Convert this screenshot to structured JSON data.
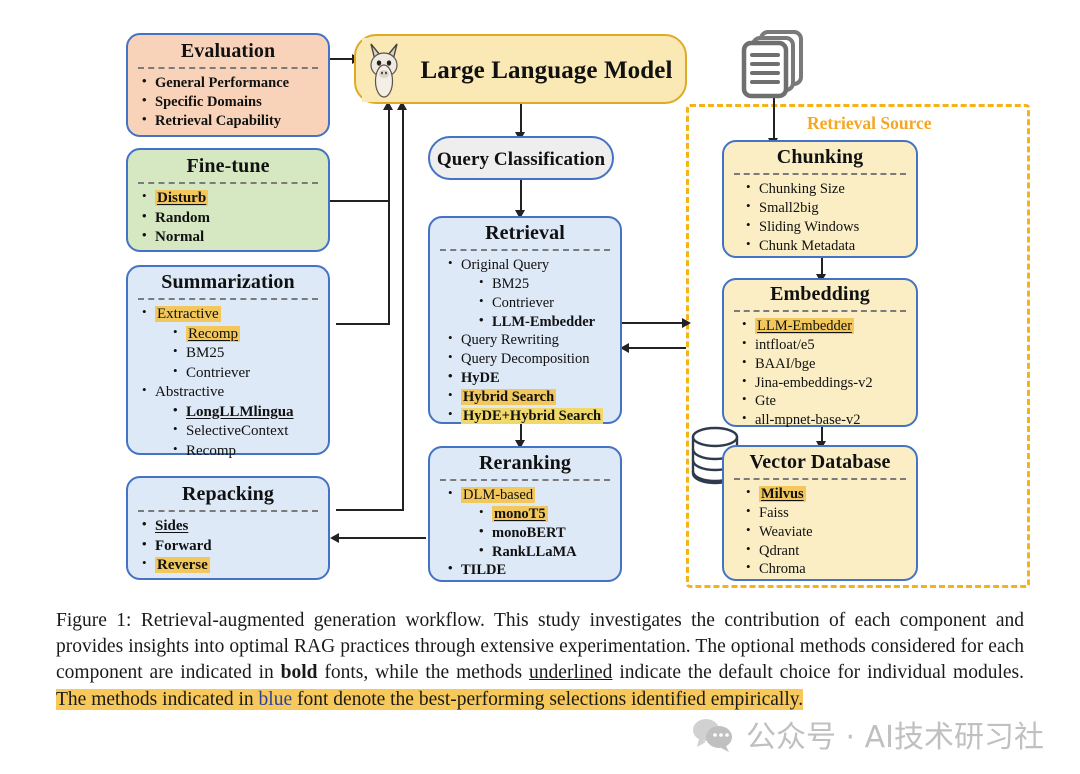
{
  "figure": {
    "label": "Figure 1:",
    "caption_parts": [
      {
        "text": "Figure 1:   Retrieval-augmented generation workflow. This study investigates the contribution of each component and provides insights into optimal RAG practices through extensive experimentation. The optional methods considered for each component are indicated in ",
        "style": "plain"
      },
      {
        "text": "bold",
        "style": "bold"
      },
      {
        "text": " fonts, while the methods ",
        "style": "plain"
      },
      {
        "text": "underlined",
        "style": "underline"
      },
      {
        "text": " indicate the default choice for individual modules. ",
        "style": "plain"
      },
      {
        "text": "The methods indicated in ",
        "style": "highlight"
      },
      {
        "text": "blue",
        "style": "highlight-blue"
      },
      {
        "text": " font denote the best-performing selections identified empirically.",
        "style": "highlight"
      }
    ]
  },
  "region": {
    "label": "Retrieval Source",
    "label_color": "#f5a623",
    "border_color": "#f5b318"
  },
  "llm": {
    "title": "Large Language Model",
    "icon": "llama-icon",
    "fill": "#fae9b4"
  },
  "query_classification": {
    "title": "Query Classification",
    "fill": "#eeeeee"
  },
  "nodes": [
    {
      "key": "evaluation",
      "title": "Evaluation",
      "fill": "#f8d3ba",
      "items": [
        {
          "text": "General Performance",
          "bold": true,
          "level": 0
        },
        {
          "text": "Specific Domains",
          "bold": true,
          "level": 0
        },
        {
          "text": "Retrieval Capability",
          "bold": true,
          "level": 0
        }
      ]
    },
    {
      "key": "fine-tune",
      "title": "Fine-tune",
      "fill": "#d6e8c2",
      "items": [
        {
          "text": "Disturb",
          "bold": true,
          "underline": true,
          "highlight": "gold",
          "level": 0
        },
        {
          "text": "Random",
          "bold": true,
          "level": 0
        },
        {
          "text": "Normal",
          "bold": true,
          "level": 0
        }
      ]
    },
    {
      "key": "summarization",
      "title": "Summarization",
      "fill": "#dde9f7",
      "items": [
        {
          "text": "Extractive",
          "level": 0,
          "highlight": "gold"
        },
        {
          "text": "Recomp",
          "level": 1,
          "underline": true,
          "highlight": "gold"
        },
        {
          "text": "BM25",
          "level": 1
        },
        {
          "text": "Contriever",
          "level": 1
        },
        {
          "text": "Abstractive",
          "level": 0
        },
        {
          "text": "LongLLMlingua",
          "level": 1,
          "bold": true,
          "underline": true
        },
        {
          "text": "SelectiveContext",
          "level": 1
        },
        {
          "text": "Recomp",
          "level": 1
        }
      ]
    },
    {
      "key": "repacking",
      "title": "Repacking",
      "fill": "#dde9f7",
      "items": [
        {
          "text": "Sides",
          "bold": true,
          "underline": true,
          "level": 0
        },
        {
          "text": "Forward",
          "bold": true,
          "level": 0
        },
        {
          "text": "Reverse",
          "bold": true,
          "highlight": "gold",
          "level": 0
        }
      ]
    },
    {
      "key": "retrieval",
      "title": "Retrieval",
      "fill": "#dde9f7",
      "items": [
        {
          "text": "Original Query",
          "level": 0
        },
        {
          "text": "BM25",
          "level": 1
        },
        {
          "text": "Contriever",
          "level": 1
        },
        {
          "text": "LLM-Embedder",
          "level": 1,
          "bold": true
        },
        {
          "text": "Query Rewriting",
          "level": 0
        },
        {
          "text": "Query Decomposition",
          "level": 0
        },
        {
          "text": "HyDE",
          "level": 0,
          "bold": true
        },
        {
          "text": "Hybrid Search",
          "level": 0,
          "bold": true,
          "highlight": "gold"
        },
        {
          "text": "HyDE+Hybrid Search",
          "level": 0,
          "bold": true,
          "highlight": "lemon"
        }
      ]
    },
    {
      "key": "reranking",
      "title": "Reranking",
      "fill": "#dde9f7",
      "items": [
        {
          "text": "DLM-based",
          "level": 0,
          "highlight": "gold"
        },
        {
          "text": "monoT5",
          "level": 1,
          "bold": true,
          "underline": true,
          "highlight": "gold"
        },
        {
          "text": "monoBERT",
          "level": 1,
          "bold": true
        },
        {
          "text": "RankLLaMA",
          "level": 1,
          "bold": true
        },
        {
          "text": "TILDE",
          "level": 0,
          "bold": true
        }
      ]
    },
    {
      "key": "chunking",
      "title": "Chunking",
      "fill": "#fbeec4",
      "items": [
        {
          "text": "Chunking Size",
          "level": 0
        },
        {
          "text": "Small2big",
          "level": 0
        },
        {
          "text": "Sliding Windows",
          "level": 0
        },
        {
          "text": "Chunk Metadata",
          "level": 0
        }
      ]
    },
    {
      "key": "embedding",
      "title": "Embedding",
      "fill": "#fbeec4",
      "items": [
        {
          "text": "LLM-Embedder",
          "level": 0,
          "underline": true,
          "highlight": "gold"
        },
        {
          "text": "intfloat/e5",
          "level": 0
        },
        {
          "text": "BAAI/bge",
          "level": 0
        },
        {
          "text": "Jina-embeddings-v2",
          "level": 0
        },
        {
          "text": "Gte",
          "level": 0
        },
        {
          "text": "all-mpnet-base-v2",
          "level": 0
        }
      ]
    },
    {
      "key": "vector-database",
      "title": "Vector Database",
      "fill": "#fbeec4",
      "items": [
        {
          "text": "Milvus",
          "level": 0,
          "bold": true,
          "underline": true,
          "highlight": "gold"
        },
        {
          "text": "Faiss",
          "level": 0
        },
        {
          "text": "Weaviate",
          "level": 0
        },
        {
          "text": "Qdrant",
          "level": 0
        },
        {
          "text": "Chroma",
          "level": 0
        }
      ]
    }
  ],
  "icons": {
    "documents": "document-stack-icon",
    "database": "database-cylinder-icon",
    "llama": "llama-icon",
    "wechat": "wechat-bubble-icon"
  },
  "watermark": {
    "text": "公众号 · AI技术研习社"
  }
}
